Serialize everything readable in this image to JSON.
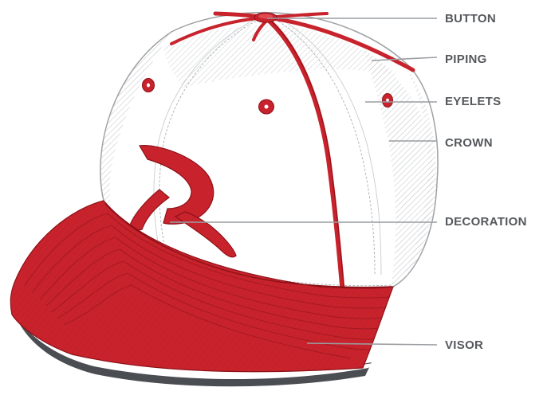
{
  "colors": {
    "cap_red": "#c8232c",
    "cap_red_dark": "#8e1118",
    "crown_white": "#ffffff",
    "hatch_gray": "#b9bcc0",
    "leader_line": "#9a9da1",
    "label_text": "#55585c",
    "visor_underside": "#4a4d52"
  },
  "diagram": {
    "subject": "cap-anatomy",
    "decoration_letter": "R"
  },
  "labels": {
    "button": "BUTTON",
    "piping": "PIPING",
    "eyelets": "EYELETS",
    "crown": "CROWN",
    "decoration": "DECORATION",
    "visor": "VISOR"
  }
}
